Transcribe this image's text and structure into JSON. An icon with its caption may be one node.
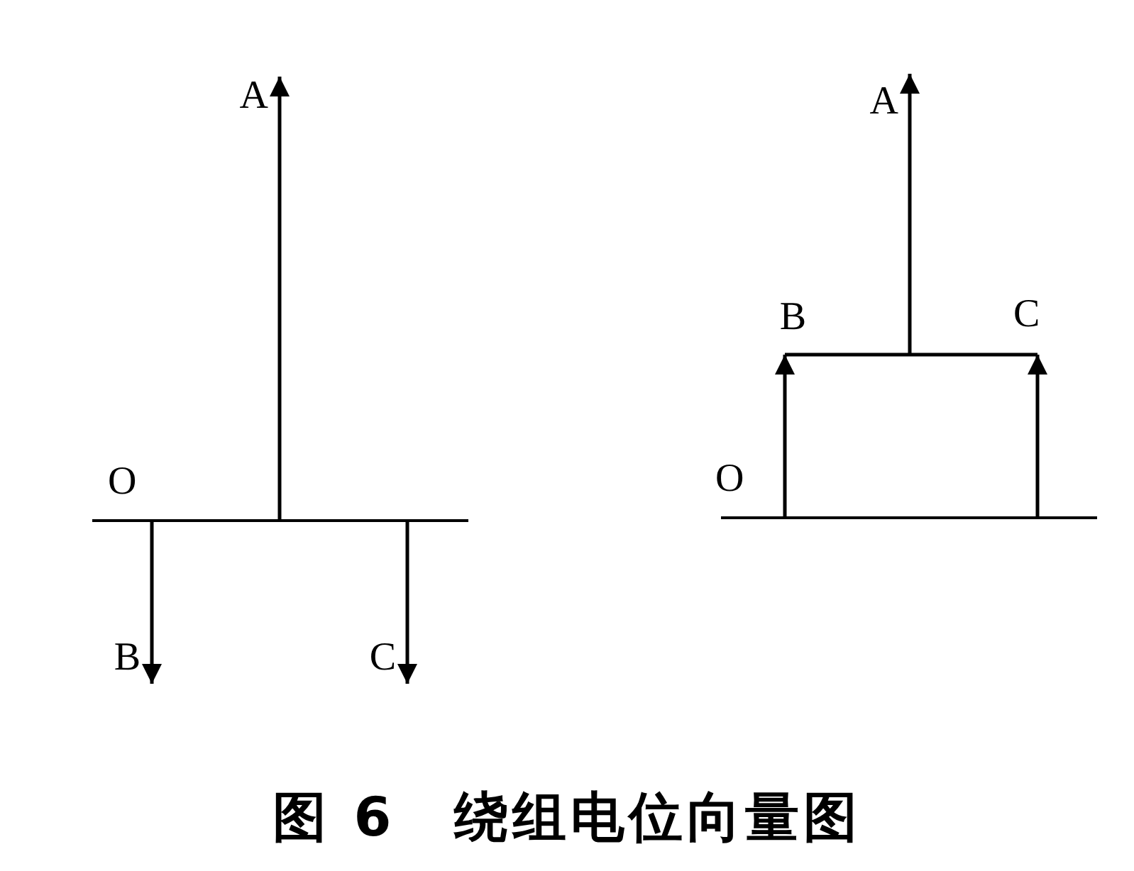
{
  "diagram": {
    "caption": "图 6　绕组电位向量图",
    "nodes": [
      {
        "text": [
          "A"
        ]
      },
      {
        "text": [
          "B"
        ]
      },
      {
        "text": [
          "C"
        ]
      },
      {
        "text": [],
        "shape": "bar",
        "beside": [
          "O"
        ]
      },
      {
        "text": [
          "A"
        ]
      },
      {
        "text": [
          "B"
        ]
      },
      {
        "text": [
          "C"
        ]
      },
      {
        "text": [],
        "shape": "bar",
        "beside": [
          "O"
        ]
      }
    ],
    "edges": [
      {
        "from": 3,
        "to": 0,
        "arrow": "to"
      },
      {
        "from": 3,
        "to": 1,
        "arrow": "to"
      },
      {
        "from": 3,
        "to": 2,
        "arrow": "to"
      },
      {
        "from": 7,
        "to": 5,
        "arrow": "to"
      },
      {
        "from": 7,
        "to": 6,
        "arrow": "to"
      },
      {
        "from": 5,
        "to": 6,
        "arrow": "none"
      },
      {
        "from": null,
        "to": 4,
        "arrow": "to"
      }
    ]
  }
}
